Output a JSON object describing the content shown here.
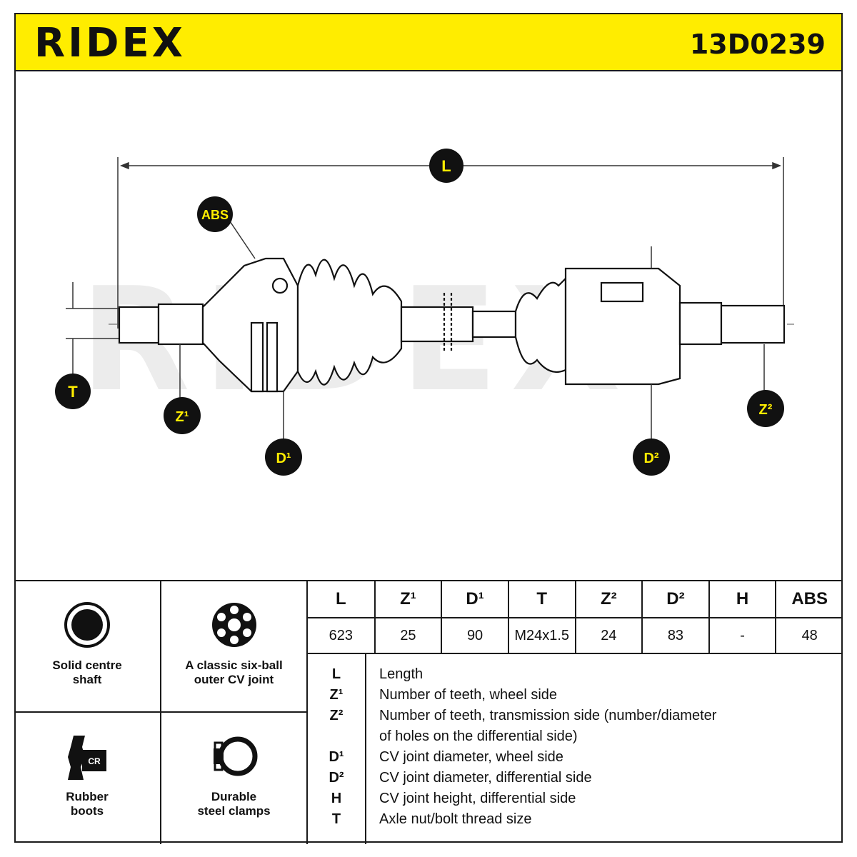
{
  "header": {
    "brand": "RIDEX",
    "part_number": "13D0239"
  },
  "drawing": {
    "watermark": "RIDEX",
    "callouts": {
      "L": "L",
      "ABS": "ABS",
      "T": "T",
      "Z1": "Z¹",
      "D1": "D¹",
      "D2": "D²",
      "Z2": "Z²"
    }
  },
  "features": [
    {
      "label": "Solid centre\nshaft",
      "icon": "solid-shaft-icon"
    },
    {
      "label": "A classic six-ball\nouter CV joint",
      "icon": "six-ball-joint-icon"
    },
    {
      "label": "Rubber\nboots",
      "icon": "rubber-boot-cr-icon",
      "badge": "CR"
    },
    {
      "label": "Durable\nsteel clamps",
      "icon": "steel-clamp-icon"
    }
  ],
  "specs": {
    "headers": [
      "L",
      "Z¹",
      "D¹",
      "T",
      "Z²",
      "D²",
      "H",
      "ABS"
    ],
    "values": [
      "623",
      "25",
      "90",
      "M24x1.5",
      "24",
      "83",
      "-",
      "48"
    ]
  },
  "legend": [
    {
      "key": "L",
      "text": "Length"
    },
    {
      "key": "Z¹",
      "text": "Number of teeth, wheel side"
    },
    {
      "key": "Z²",
      "text": "Number of teeth, transmission side (number/diameter"
    },
    {
      "key": "",
      "text": "of holes on the differential side)"
    },
    {
      "key": "D¹",
      "text": "CV joint diameter, wheel side"
    },
    {
      "key": "D²",
      "text": "CV joint diameter, differential side"
    },
    {
      "key": "H",
      "text": "CV joint height, differential side"
    },
    {
      "key": "T",
      "text": "Axle nut/bolt thread size"
    }
  ],
  "colors": {
    "accent": "#ffed00",
    "ink": "#111111",
    "watermark": "#ececec"
  }
}
